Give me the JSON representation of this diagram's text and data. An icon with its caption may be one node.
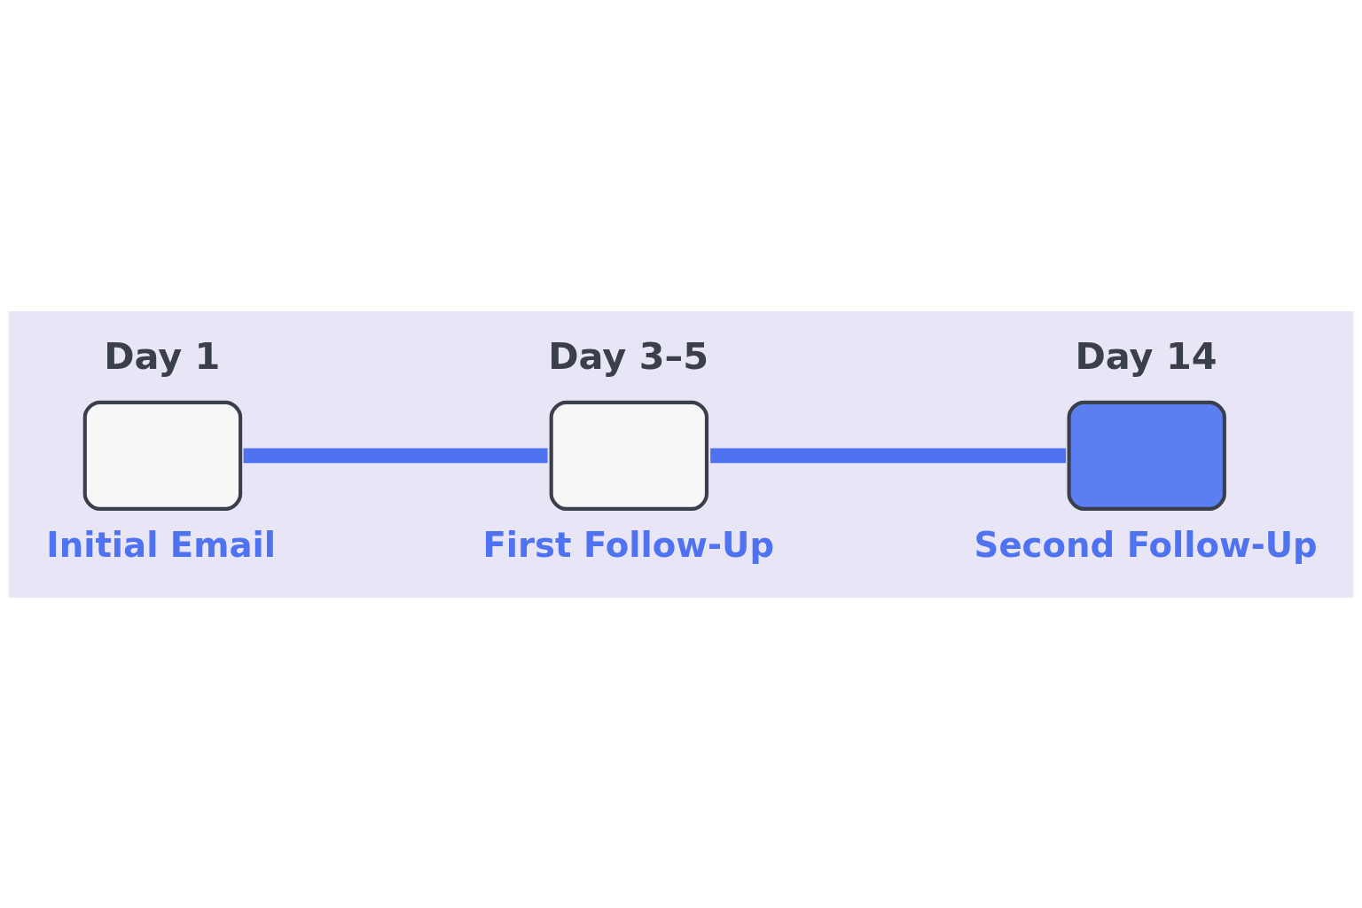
{
  "diagram": {
    "nodes": [
      {
        "text": [
          "Day 1",
          "Initial Email"
        ]
      },
      {
        "text": [
          "Day 3–5",
          "First Follow-Up"
        ]
      },
      {
        "text": [
          "Day 14",
          "Second Follow-Up"
        ]
      }
    ],
    "edges": [
      {
        "from": 0,
        "to": 1,
        "arrow": "none"
      },
      {
        "from": 1,
        "to": 2,
        "arrow": "none"
      }
    ]
  }
}
